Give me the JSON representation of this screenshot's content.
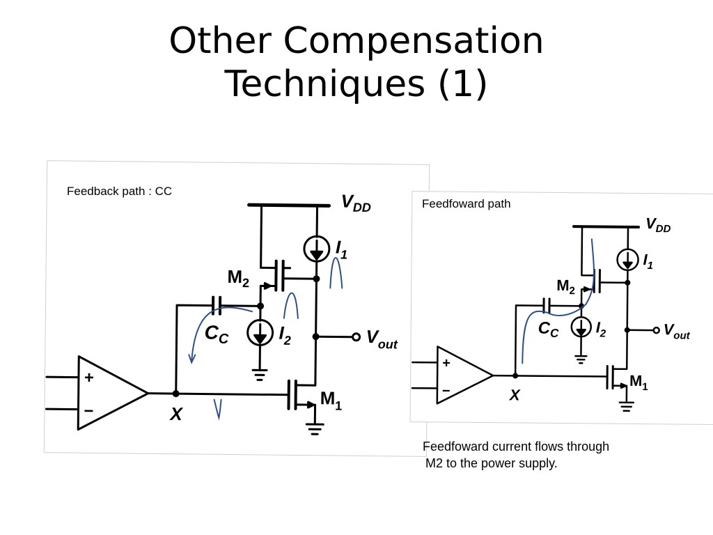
{
  "slide": {
    "title_line1": "Other Compensation",
    "title_line2": "Techniques (1)"
  },
  "feedback_panel": {
    "caption": "Feedback path : CC",
    "labels": {
      "vdd_main": "V",
      "vdd_sub": "DD",
      "i1_main": "I",
      "i1_sub": "1",
      "i2_main": "I",
      "i2_sub": "2",
      "m2_main": "M",
      "m2_sub": "2",
      "m1_main": "M",
      "m1_sub": "1",
      "cc_main": "C",
      "cc_sub": "C",
      "vout_main": "V",
      "vout_sub": "out",
      "x": "X",
      "plus": "+",
      "minus": "−"
    }
  },
  "feedforward_panel": {
    "caption": "Feedfoward path",
    "labels": {
      "vdd_main": "V",
      "vdd_sub": "DD",
      "i1_main": "I",
      "i1_sub": "1",
      "i2_main": "I",
      "i2_sub": "2",
      "m2_main": "M",
      "m2_sub": "2",
      "m1_main": "M",
      "m1_sub": "1",
      "cc_main": "C",
      "cc_sub": "C",
      "vout_main": "V",
      "vout_sub": "out",
      "x": "X",
      "plus": "+",
      "minus": "−"
    }
  },
  "notes": {
    "line1": "Feedfoward current flows through",
    "line2": "M2 to the power supply."
  },
  "colors": {
    "annotation_stroke": "#2f4f8a",
    "circuit_stroke": "#000000"
  }
}
